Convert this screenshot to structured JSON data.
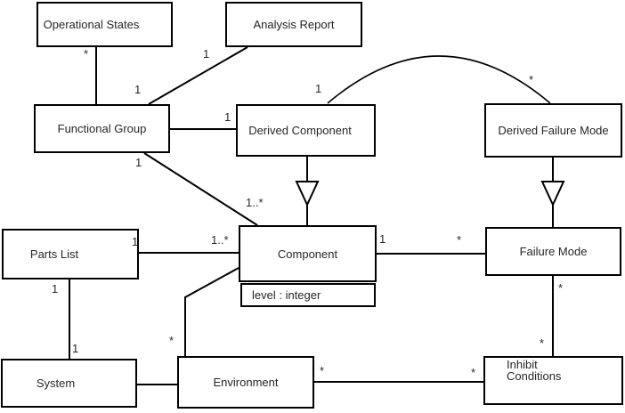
{
  "diagram_type": "uml-class-diagram",
  "colors": {
    "background": "#ffffff",
    "line": "#000000",
    "text": "#262626",
    "box_fill": "#ffffff"
  },
  "classes": {
    "operational_states": {
      "label": "Operational States"
    },
    "analysis_report": {
      "label": "Analysis Report"
    },
    "functional_group": {
      "label": "Functional Group"
    },
    "derived_component": {
      "label": "Derived Component"
    },
    "derived_failure_mode": {
      "label": "Derived Failure Mode"
    },
    "component": {
      "label": "Component",
      "attribute": "level : integer"
    },
    "parts_list": {
      "label": "Parts List"
    },
    "failure_mode": {
      "label": "Failure Mode"
    },
    "system": {
      "label": "System"
    },
    "environment": {
      "label": "Environment"
    },
    "inhibit_conditions": {
      "line1": "Inhibit",
      "line2": "Conditions"
    }
  },
  "associations": [
    {
      "from": "Operational States",
      "to": "Functional Group",
      "type": "association",
      "mult_from": "*",
      "mult_to": "1"
    },
    {
      "from": "Functional Group",
      "to": "Analysis Report",
      "type": "association",
      "mult_to": "1"
    },
    {
      "from": "Functional Group",
      "to": "Derived Component",
      "type": "association",
      "mult_to": "1"
    },
    {
      "from": "Derived Component",
      "to": "Derived Failure Mode",
      "type": "association",
      "mult_from": "1",
      "mult_to": "*"
    },
    {
      "from": "Functional Group",
      "to": "Component",
      "type": "association",
      "mult_from": "1",
      "mult_to": "1..*"
    },
    {
      "from": "Parts List",
      "to": "Component",
      "type": "association",
      "mult_from": "1",
      "mult_to": "1..*"
    },
    {
      "from": "Component",
      "to": "Failure Mode",
      "type": "association",
      "mult_from": "1",
      "mult_to": "*"
    },
    {
      "from": "Parts List",
      "to": "System",
      "type": "association",
      "mult_from": "1",
      "mult_to": "1"
    },
    {
      "from": "Component",
      "to": "Environment",
      "type": "association",
      "mult_to": "*"
    },
    {
      "from": "Environment",
      "to": "Inhibit Conditions",
      "type": "association",
      "mult_from": "*",
      "mult_to": "*"
    },
    {
      "from": "Failure Mode",
      "to": "Inhibit Conditions",
      "type": "association",
      "mult_from": "*",
      "mult_to": "*"
    },
    {
      "from": "Derived Component",
      "to": "Component",
      "type": "generalization"
    },
    {
      "from": "Derived Failure Mode",
      "to": "Failure Mode",
      "type": "generalization"
    }
  ]
}
